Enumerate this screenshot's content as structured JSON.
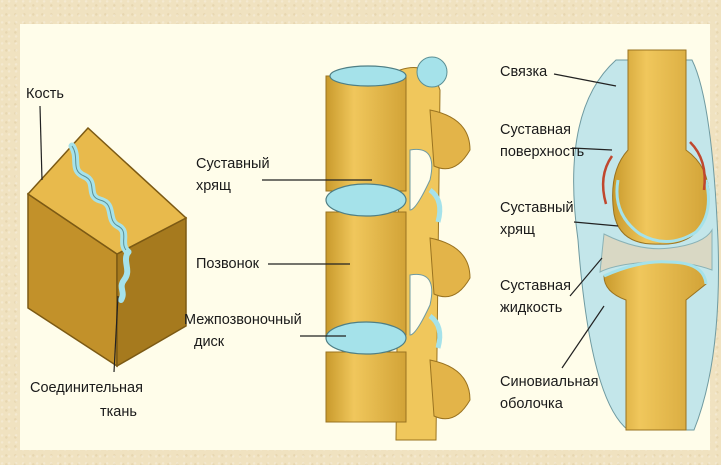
{
  "colors": {
    "bone": "#e5b84a",
    "bone_dark": "#b98b25",
    "cartilage": "#a5e2ea",
    "synovial": "#c3e6ea",
    "background": "#fffdea"
  },
  "labels": {
    "bone": "Кость",
    "connective_1": "Соединительная",
    "connective_2": "ткань",
    "spine_cartilage_1": "Суставный",
    "spine_cartilage_2": "хрящ",
    "vertebra": "Позвонок",
    "disc_1": "Межпозвоночный",
    "disc_2": "диск",
    "ligament": "Связка",
    "surface_1": "Суставная",
    "surface_2": "поверхность",
    "joint_cartilage_1": "Суставный",
    "joint_cartilage_2": "хрящ",
    "fluid_1": "Суставная",
    "fluid_2": "жидкость",
    "membrane_1": "Синовиальная",
    "membrane_2": "оболочка"
  }
}
